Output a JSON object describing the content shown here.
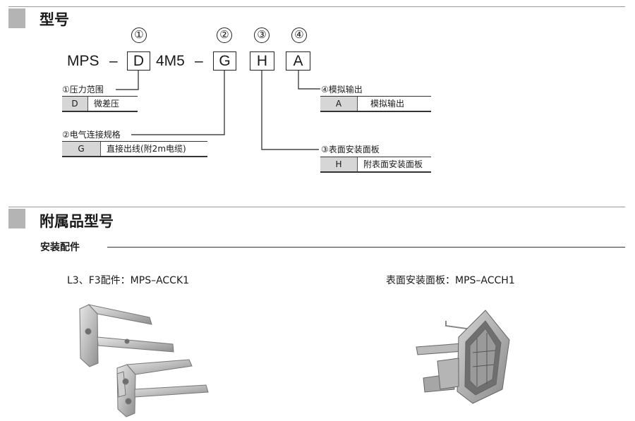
{
  "model_section": {
    "title": "型号",
    "code": {
      "prefix": "MPS",
      "dash1": "–",
      "slot1": "D",
      "mid": "4M5",
      "dash2": "–",
      "slot2": "G",
      "slot3": "H",
      "slot4": "A",
      "markers": [
        "①",
        "②",
        "③",
        "④"
      ]
    },
    "options": [
      {
        "label": "①压力范围",
        "code": "D",
        "desc": "微差压"
      },
      {
        "label": "②电气连接规格",
        "code": "G",
        "desc": "直接出线(附2m电缆)"
      },
      {
        "label": "③表面安装面板",
        "code": "H",
        "desc": "附表面安装面板"
      },
      {
        "label": "④模拟输出",
        "code": "A",
        "desc": "模拟输出"
      }
    ]
  },
  "accessory_section": {
    "title": "附属品型号",
    "subtitle": "安装配件",
    "items": [
      {
        "caption": "L3、F3配件：MPS–ACCK1",
        "image": "bracket-photo"
      },
      {
        "caption": "表面安装面板：MPS–ACCH1",
        "image": "panel-mount-photo"
      }
    ]
  }
}
